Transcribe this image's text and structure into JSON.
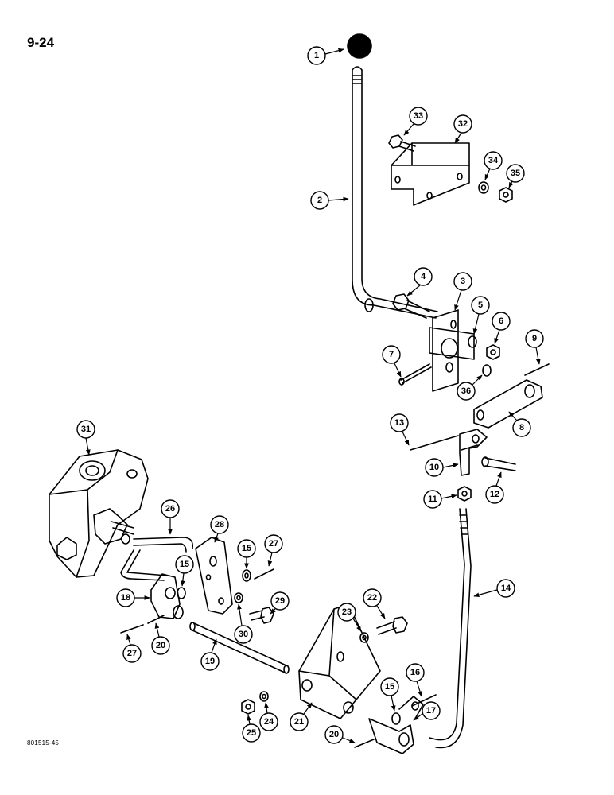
{
  "header": {
    "page_number": "9-24"
  },
  "footer": {
    "reference_code": "801515-45"
  },
  "callouts": [
    {
      "label": "1"
    },
    {
      "label": "2"
    },
    {
      "label": "3"
    },
    {
      "label": "4"
    },
    {
      "label": "5"
    },
    {
      "label": "6"
    },
    {
      "label": "7"
    },
    {
      "label": "8"
    },
    {
      "label": "9"
    },
    {
      "label": "10"
    },
    {
      "label": "11"
    },
    {
      "label": "12"
    },
    {
      "label": "13"
    },
    {
      "label": "14"
    },
    {
      "label": "15"
    },
    {
      "label": "15"
    },
    {
      "label": "15"
    },
    {
      "label": "15"
    },
    {
      "label": "16"
    },
    {
      "label": "17"
    },
    {
      "label": "18"
    },
    {
      "label": "19"
    },
    {
      "label": "20"
    },
    {
      "label": "20"
    },
    {
      "label": "21"
    },
    {
      "label": "22"
    },
    {
      "label": "23"
    },
    {
      "label": "24"
    },
    {
      "label": "25"
    },
    {
      "label": "26"
    },
    {
      "label": "27"
    },
    {
      "label": "27"
    },
    {
      "label": "28"
    },
    {
      "label": "29"
    },
    {
      "label": "30"
    },
    {
      "label": "31"
    },
    {
      "label": "32"
    },
    {
      "label": "33"
    },
    {
      "label": "34"
    },
    {
      "label": "35"
    },
    {
      "label": "36"
    }
  ]
}
